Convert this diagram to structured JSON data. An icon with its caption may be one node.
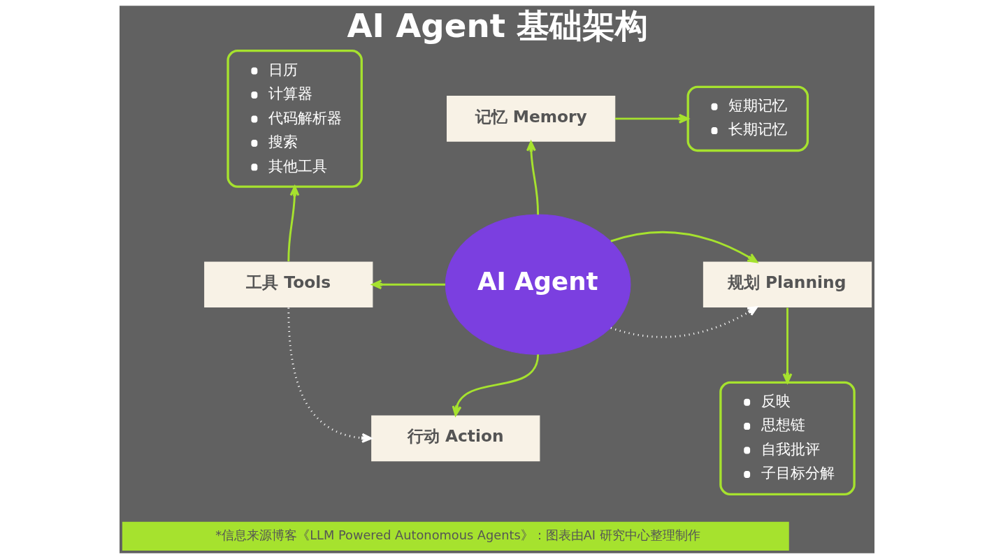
{
  "diagram": {
    "title": "AI Agent 基础架构",
    "caption": "*信息来源博客《LLM Powered Autonomous Agents》：图表由AI 研究中心整理制作",
    "nodes": [
      {
        "text": [
          "日历",
          "计算器",
          "代码解析器",
          "搜索",
          "其他工具"
        ]
      },
      {
        "text": [
          "记忆 Memory"
        ]
      },
      {
        "text": [
          "短期记忆",
          "长期记忆"
        ]
      },
      {
        "text": [
          "AI Agent"
        ]
      },
      {
        "text": [
          "工具 Tools"
        ]
      },
      {
        "text": [
          "规划 Planning"
        ]
      },
      {
        "text": [
          "反映",
          "思想链",
          "自我批评",
          "子目标分解"
        ]
      },
      {
        "text": [
          "行动 Action"
        ]
      }
    ],
    "edges": [
      {
        "from": 3,
        "to": 1,
        "arrow": "to"
      },
      {
        "from": 1,
        "to": 2,
        "arrow": "to"
      },
      {
        "from": 3,
        "to": 5,
        "arrow": "to",
        "style": "dashed",
        "color": "#ffffff"
      },
      {
        "from": 3,
        "to": 4,
        "arrow": "to"
      },
      {
        "from": 4,
        "to": 0,
        "arrow": "to"
      },
      {
        "from": 3,
        "to": 5,
        "arrow": "to"
      },
      {
        "from": 5,
        "to": 6,
        "arrow": "to"
      },
      {
        "from": 3,
        "to": 7,
        "arrow": "to"
      },
      {
        "from": 4,
        "to": 7,
        "arrow": "to",
        "style": "dashed",
        "color": "#ffffff"
      }
    ]
  }
}
